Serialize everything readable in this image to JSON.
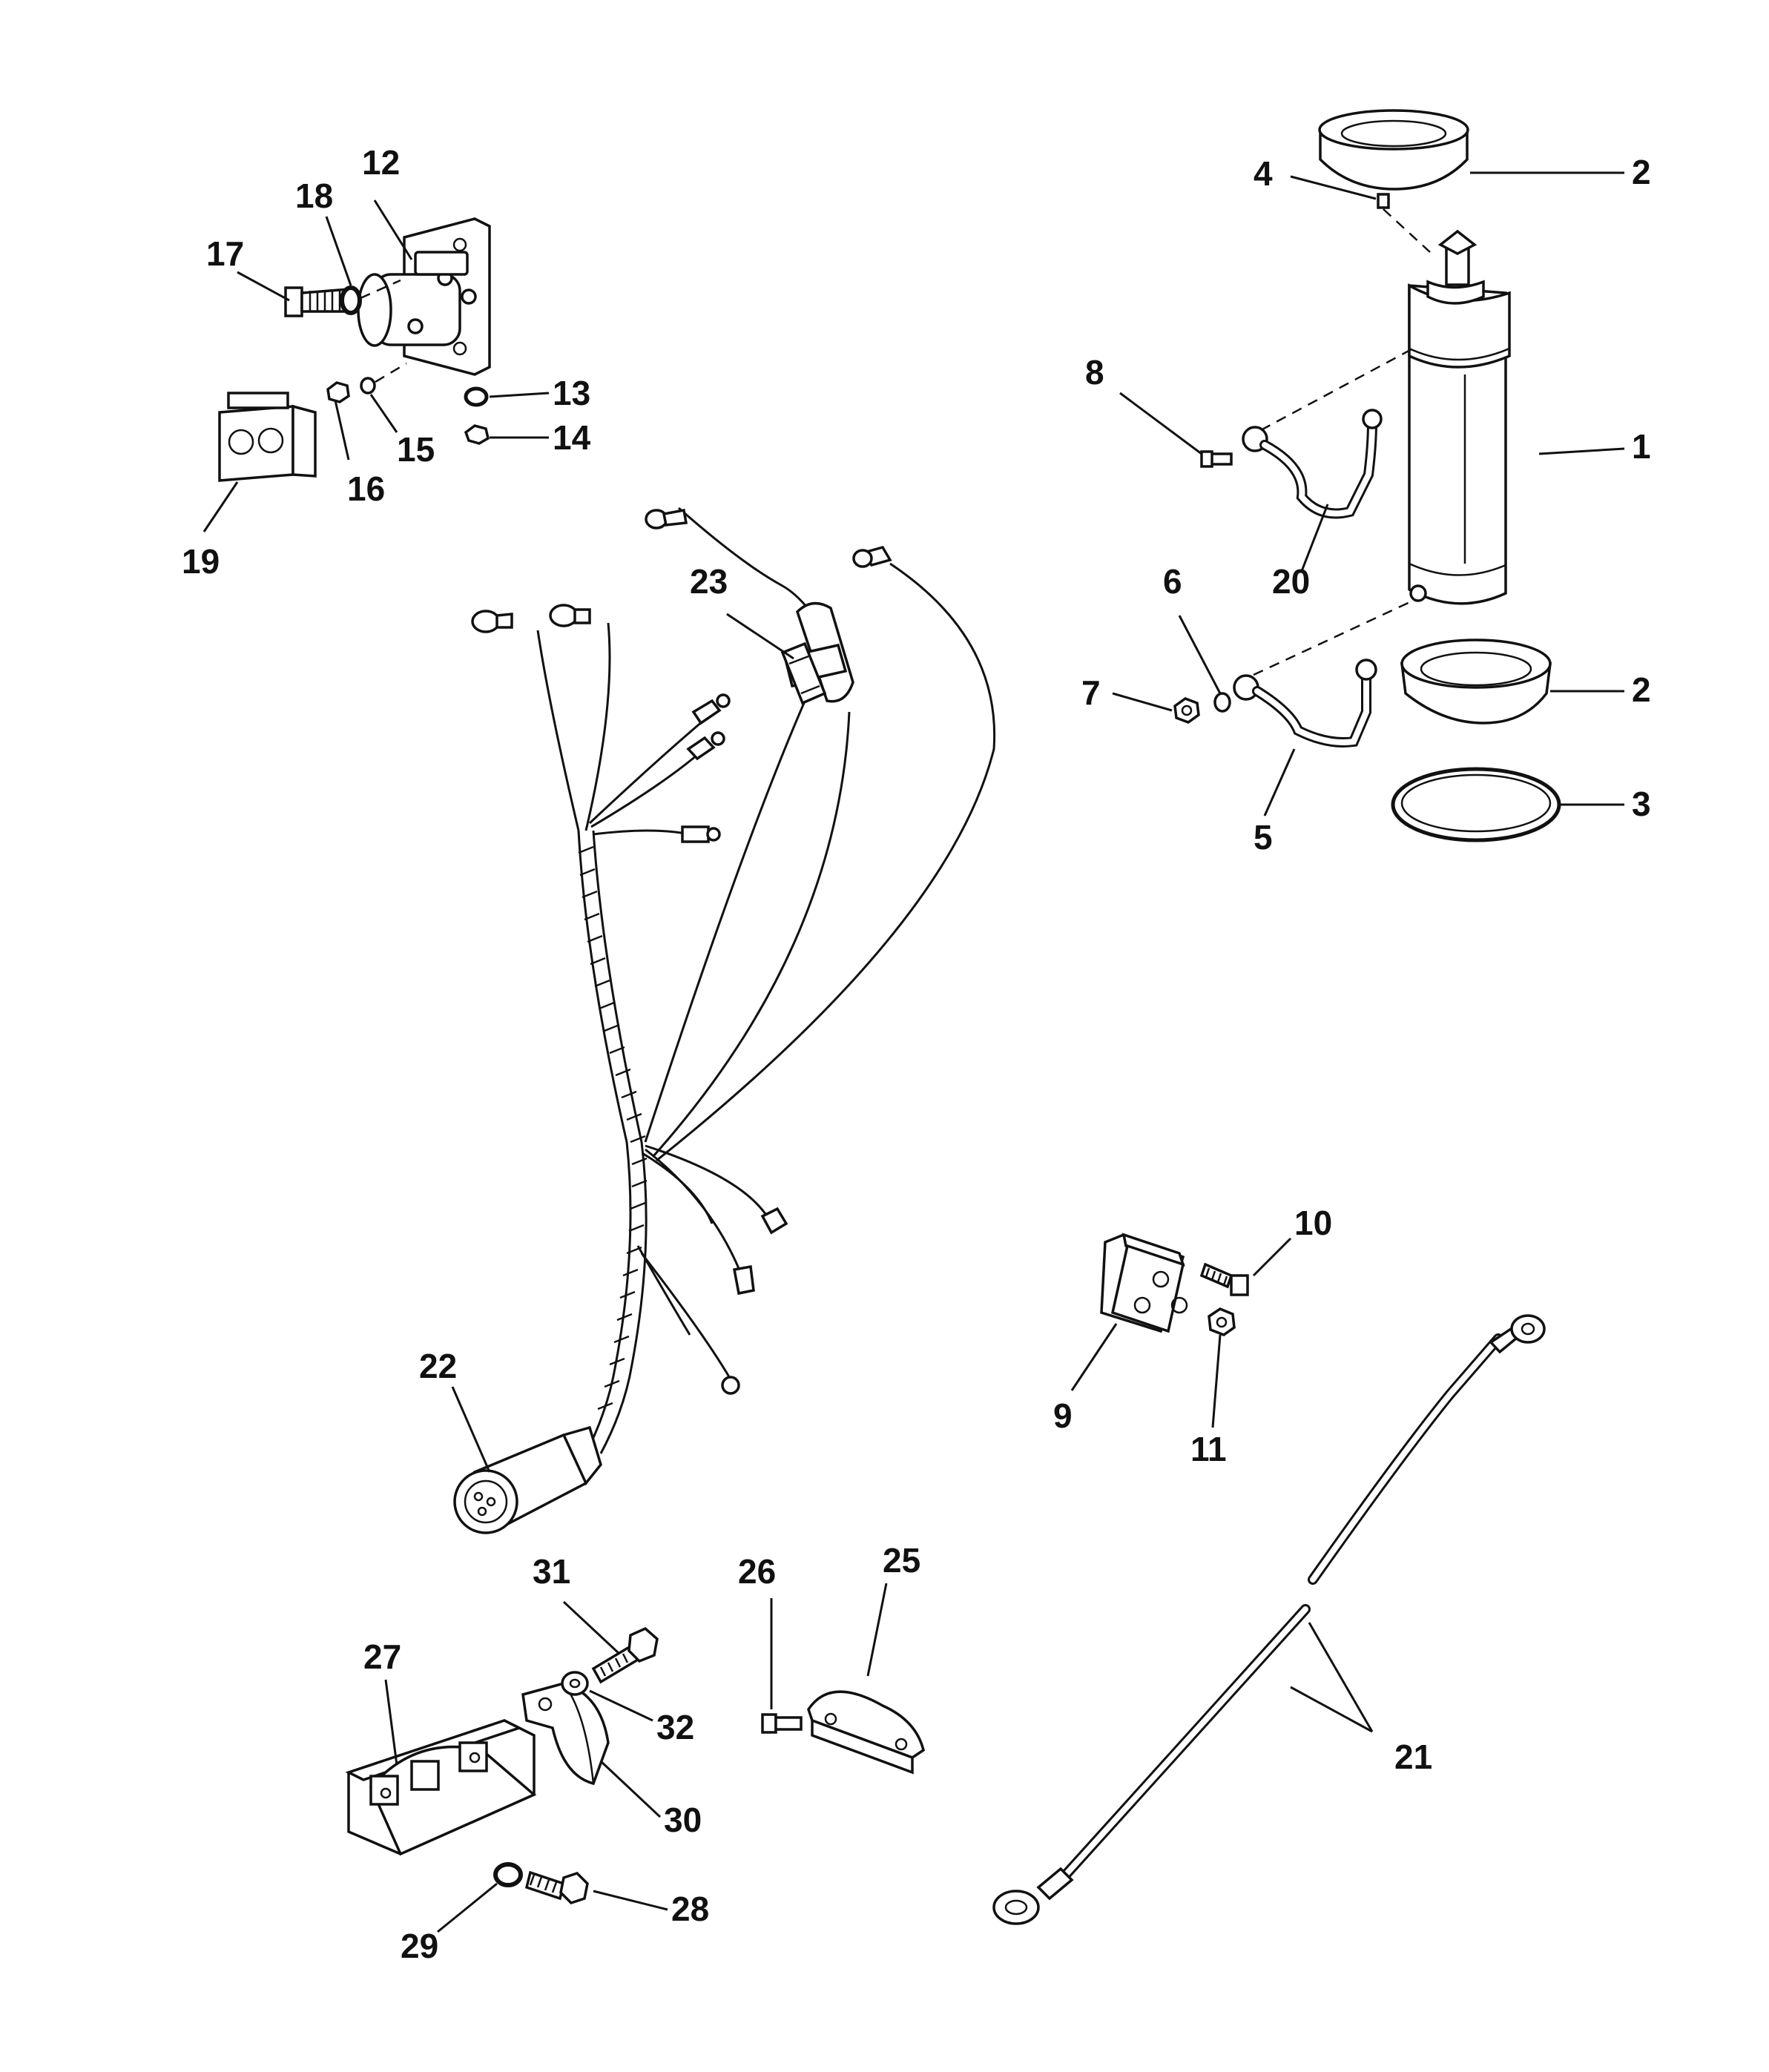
{
  "figure": {
    "callouts": [
      {
        "id": "1",
        "text": "1"
      },
      {
        "id": "2a",
        "text": "2"
      },
      {
        "id": "2b",
        "text": "2"
      },
      {
        "id": "3",
        "text": "3"
      },
      {
        "id": "4",
        "text": "4"
      },
      {
        "id": "5",
        "text": "5"
      },
      {
        "id": "6",
        "text": "6"
      },
      {
        "id": "7",
        "text": "7"
      },
      {
        "id": "8",
        "text": "8"
      },
      {
        "id": "9",
        "text": "9"
      },
      {
        "id": "10",
        "text": "10"
      },
      {
        "id": "11",
        "text": "11"
      },
      {
        "id": "12",
        "text": "12"
      },
      {
        "id": "13",
        "text": "13"
      },
      {
        "id": "14",
        "text": "14"
      },
      {
        "id": "15",
        "text": "15"
      },
      {
        "id": "16",
        "text": "16"
      },
      {
        "id": "17",
        "text": "17"
      },
      {
        "id": "18",
        "text": "18"
      },
      {
        "id": "19",
        "text": "19"
      },
      {
        "id": "20",
        "text": "20"
      },
      {
        "id": "21",
        "text": "21"
      },
      {
        "id": "22",
        "text": "22"
      },
      {
        "id": "23",
        "text": "23"
      },
      {
        "id": "25",
        "text": "25"
      },
      {
        "id": "26",
        "text": "26"
      },
      {
        "id": "27",
        "text": "27"
      },
      {
        "id": "28",
        "text": "28"
      },
      {
        "id": "29",
        "text": "29"
      },
      {
        "id": "30",
        "text": "30"
      },
      {
        "id": "31",
        "text": "31"
      },
      {
        "id": "32",
        "text": "32"
      }
    ]
  }
}
